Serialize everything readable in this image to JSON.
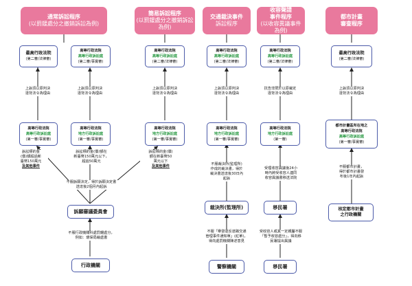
{
  "headers": [
    {
      "line1": "通常訴訟程序",
      "line2": "(以罰鍰處分之撤銷訴訟為例)"
    },
    {
      "line1": "簡易訴訟程序",
      "line2": "(以罰鍰處分之撤銷訴訟為例)"
    },
    {
      "line1": "交通裁決事件",
      "line2": "訴訟程序"
    },
    {
      "line1": "收容聲請",
      "line2": "事件程序",
      "line3": "(以收容異議事件為例)"
    },
    {
      "line1": "都市計畫",
      "line2": "審查程序"
    }
  ],
  "col1": {
    "top_court": {
      "name": "最高行政法院",
      "sub": "(第二審/法律審)"
    },
    "top_reason": {
      "line1": "上訴須以原判決",
      "line2": "違背法令為理由"
    },
    "left_court": {
      "line1": "高等行政法院",
      "line2": "高等行政訴訟庭",
      "line3": "(第一審/事實審)"
    },
    "left_amount": {
      "line1": "訴訟標的金",
      "line2": "(價)額超過新",
      "line3": "臺幣150萬元",
      "line4": "及其他事件"
    },
    "left_committee_note": {
      "line1": "不服訴願決定，得於訴願決定書",
      "line2": "送達後2個月內起訴"
    },
    "committee": "訴願審議委員會",
    "committee_note": {
      "line1": "不服行政機關科處罰鍰處分，",
      "line2": "例如：環保局裁處書"
    },
    "agency": "行政機關"
  },
  "col1b": {
    "top_court": {
      "line1": "高等行政法院",
      "line2": "高等行政訴訟庭",
      "line3": "(第二審/事實審)"
    },
    "top_reason": {
      "line1": "上訴須以原判決",
      "line2": "違背法令為理由"
    },
    "mid_court": {
      "line1": "高等行政法院",
      "line2": "地方行政訴訟庭",
      "line3": "(第一審/事實審)"
    },
    "mid_amount": {
      "line1": "訴訟標的金(價)額在",
      "line2": "新臺幣150萬元以下，",
      "line3": "超過50萬元"
    }
  },
  "col2": {
    "top_court": {
      "line1": "高等行政法院",
      "line2": "高等行政訴訟庭",
      "line3": "(第二審/法律審)"
    },
    "top_reason": {
      "line1": "上訴須以原判決",
      "line2": "違背法令為理由"
    },
    "mid_court": {
      "line1": "高等行政法院",
      "line2": "地方行政訴訟庭",
      "line3": "(第一審/事實審)"
    },
    "mid_amount": {
      "line1": "訴訟標的金(價)",
      "line2": "額在新臺幣50",
      "line3": "萬元以下",
      "line4": "及其他事件"
    }
  },
  "col3": {
    "top_court": {
      "line1": "高等行政法院",
      "line2": "高等行政訴訟庭",
      "line3": "(第二審/法律審)"
    },
    "top_reason": {
      "line1": "上訴須以原判決",
      "line2": "違背法令為理由"
    },
    "mid_court": {
      "line1": "高等行政法院",
      "line2": "地方行政訴訟庭",
      "line3": "(第一審/事實審)"
    },
    "mid_note": {
      "line1": "不服裁決所(監理所)",
      "line2": "作成的裁決書，得於",
      "line3": "裁決書送達後30日內",
      "line4": "起訴"
    },
    "office": "裁決所(監理所)",
    "office_note": {
      "line1": "不服「舉發違反道路交通",
      "line2": "管理事件通知單」(紅單)，",
      "line3": "得向處罰機關陳述意見"
    },
    "police": "警察機關"
  },
  "col4": {
    "top_court": {
      "line1": "高等行政法院",
      "line2": "高等行政訴訟庭",
      "line3": "(第二審/法律審)"
    },
    "top_reason": {
      "line1": "抗告非限於以原裁定",
      "line2": "違背法令為理由"
    },
    "mid_court": {
      "line1": "高等行政法院",
      "line2": "地方行政訴訟庭",
      "line3": "(第一審)"
    },
    "mid_note": {
      "line1": "受理收容異議後24小",
      "line2": "時內將受收容人連同",
      "line3": "收容異議書移送法院"
    },
    "office": "移民署",
    "office_note": {
      "line1": "受收容人或其一定親屬不服",
      "line2": "「暫予收容處分」，得向移",
      "line3": "民署提出異議"
    },
    "immigration": "移民署"
  },
  "col5": {
    "top_court": {
      "name": "最高行政法院",
      "sub": "(第二審/法律審)"
    },
    "top_reason": {
      "line1": "上訴須以原判決",
      "line2": "違背法令為理由"
    },
    "mid_court": {
      "line1": "都市計畫區所在地之",
      "line2": "高等行政法院",
      "line3": "高等行政訴訟庭",
      "line4": "(第一審/事實審)"
    },
    "mid_note": {
      "line1": "不服都市計畫，",
      "line2": "得於都市計畫發",
      "line3": "布後1年內起訴"
    },
    "plan": {
      "line1": "核定都市計畫",
      "line2": "之行政機關"
    }
  },
  "colors": {
    "header": "#e9799d",
    "border": "#4a59a8",
    "green": "#2a9a44"
  }
}
